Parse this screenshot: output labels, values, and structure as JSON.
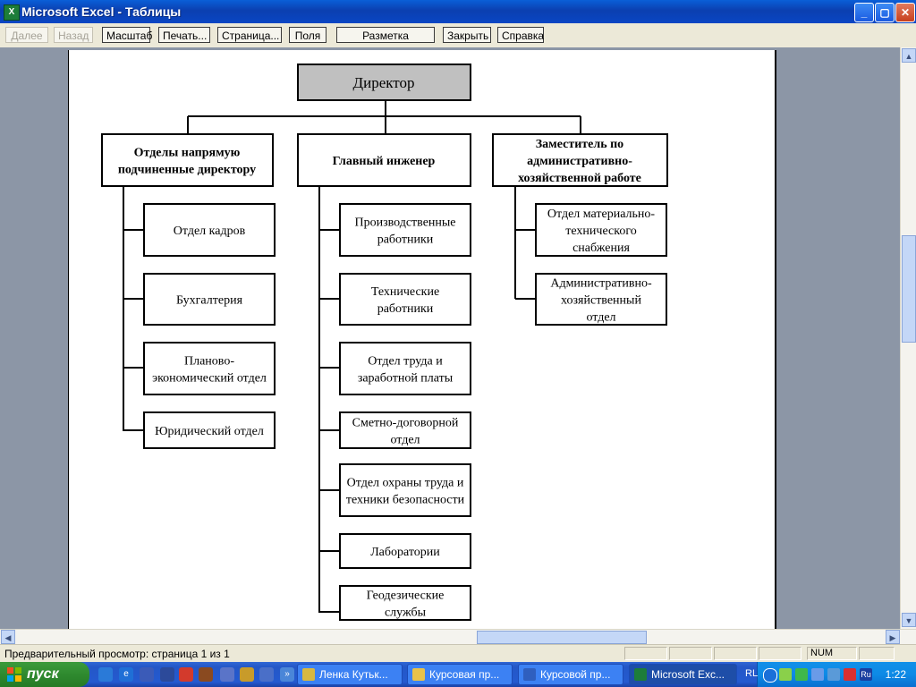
{
  "window": {
    "title": "Microsoft Excel - Таблицы",
    "app_icon": "X"
  },
  "titlebar_buttons": {
    "minimize": "_",
    "maximize": "▢",
    "close": "✕"
  },
  "toolbar": {
    "back": "Далее",
    "forward": "Назад",
    "zoom": "Масштаб",
    "print": "Печать...",
    "setup": "Страница...",
    "margins": "Поля",
    "page_break": "Разметка страницы",
    "close": "Закрыть",
    "help": "Справка"
  },
  "chart": {
    "director": "Директор",
    "col1_head": [
      "Отделы напрямую",
      "подчиненные директору"
    ],
    "col2_head": [
      "Главный инженер"
    ],
    "col3_head": [
      "Заместитель по",
      "административно-",
      "хозяйственной работе"
    ],
    "col1_items": [
      [
        "Отдел кадров"
      ],
      [
        "Бухгалтерия"
      ],
      [
        "Планово-",
        "экономический отдел"
      ],
      [
        "Юридический отдел"
      ]
    ],
    "col2_items": [
      [
        "Производственные",
        "работники"
      ],
      [
        "Технические",
        "работники"
      ],
      [
        "Отдел труда и",
        "заработной платы"
      ],
      [
        "Сметно-договорной",
        "отдел"
      ],
      [
        "Отдел охраны труда и",
        "техники безопасности"
      ],
      [
        "Лаборатории"
      ],
      [
        "Геодезические",
        "службы"
      ]
    ],
    "col3_items": [
      [
        "Отдел материально-",
        "технического",
        "снабжения"
      ],
      [
        "Административно-",
        "хозяйственный",
        "отдел"
      ]
    ]
  },
  "status": {
    "message": "Предварительный просмотр: страница 1 из 1",
    "num": "NUM"
  },
  "taskbar": {
    "start": "пуск",
    "tasks": [
      "Ленка Кутьк...",
      "Курсовая пр...",
      "Курсовой пр...",
      "Microsoft Exc..."
    ],
    "lang": "RL",
    "layout": "Ru",
    "clock": "1:22"
  },
  "colors": {
    "accent": "#0a5fd8",
    "director_fill": "#c0c0c0",
    "taskbar": "#245ad0",
    "start": "#2f8a2f"
  }
}
